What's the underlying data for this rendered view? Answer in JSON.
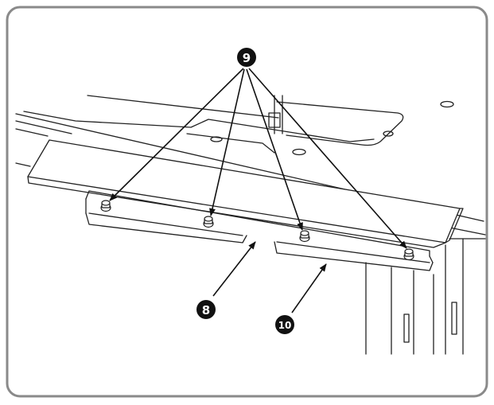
{
  "callouts": {
    "screws": "9",
    "lower_plate_left": "8",
    "lower_plate_right": "10"
  },
  "colors": {
    "frame_border": "#8a8a8a",
    "line_art": "#222222",
    "callout_fill": "#111111",
    "callout_text": "#ffffff",
    "background": "#ffffff"
  }
}
